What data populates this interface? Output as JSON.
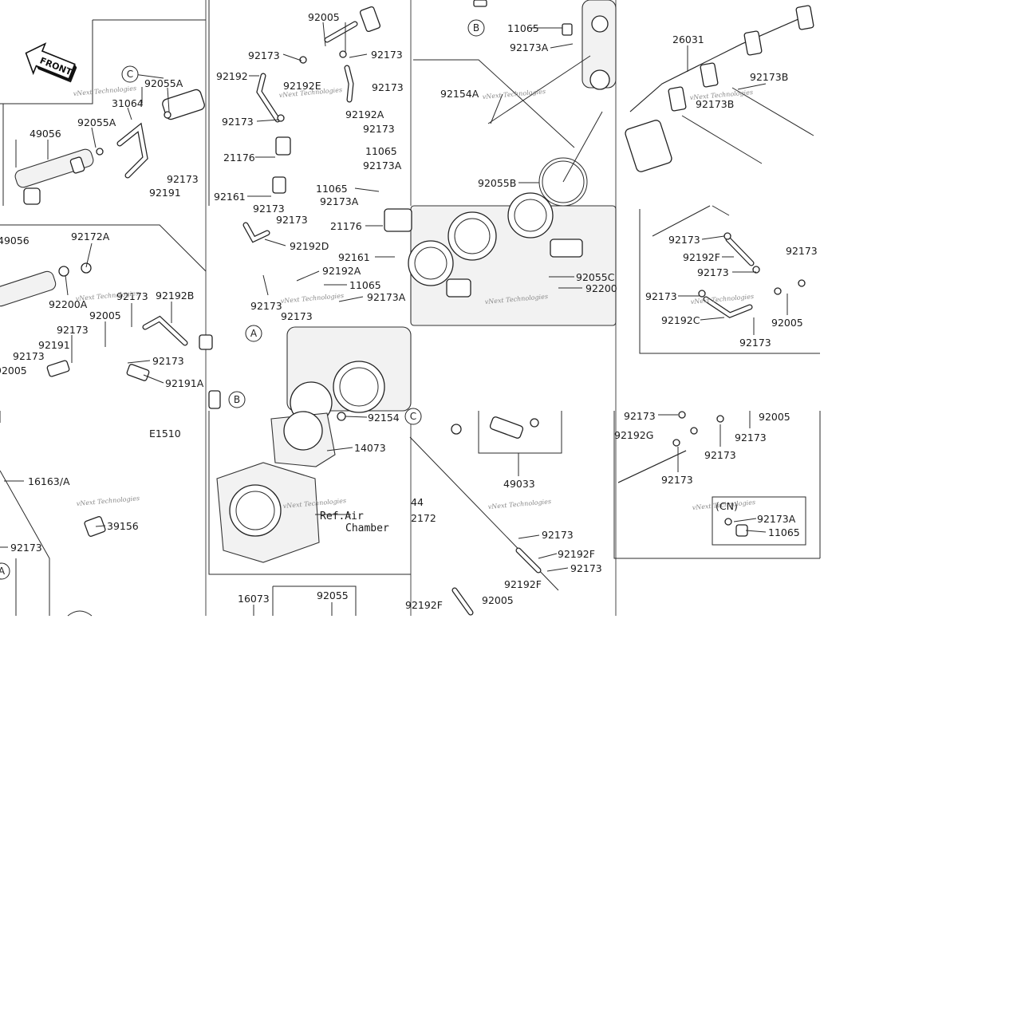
{
  "diagram": {
    "front_arrow": "FRONT",
    "sheet_code": "E1510",
    "watermark": "vNext Technologies",
    "note_ref_air": "Ref.Air",
    "note_chamber": "Chamber",
    "region_cn": "(CN)",
    "callouts": {
      "a": "A",
      "b": "B",
      "c": "C"
    },
    "labels": [
      "92005",
      "92173",
      "92192",
      "92192E",
      "92173",
      "21176",
      "92161",
      "92192D",
      "11065",
      "92173A",
      "92154A",
      "92055B",
      "26031",
      "92173B",
      "49056",
      "92055A",
      "31064",
      "92191",
      "92172A",
      "92200A",
      "92192B",
      "92191A",
      "21176",
      "92161",
      "92192A",
      "92055C",
      "92200",
      "92192F",
      "92192C",
      "16163/A",
      "39156",
      "14073",
      "92154",
      "49033",
      "92192G",
      "16073",
      "92055",
      "2172",
      "44"
    ]
  }
}
